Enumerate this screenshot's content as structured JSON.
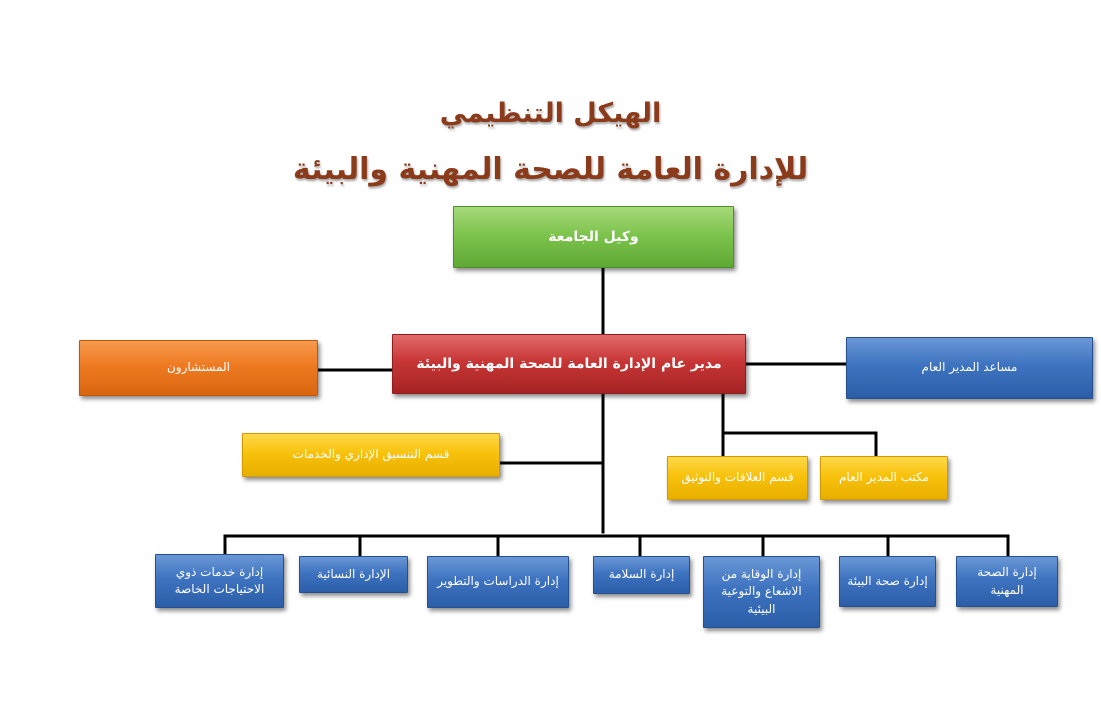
{
  "title": {
    "line1": "الهيكل التنظيمي",
    "line2": "للإدارة العامة للصحة المهنية والبيئة"
  },
  "nodes": {
    "vice_rector": "وكيل الجامعة",
    "general_director": "مدير عام الإدارة العامة للصحة المهنية والبيئة",
    "consultants": "المستشارون",
    "assistant_director": "مساعد المدير العام",
    "coordination_section": "قسم التنسيق الإداري والخدمات",
    "relations_section": "قسم العلاقات والتوثيق",
    "director_office": "مكتب المدير العام",
    "departments": [
      "إدارة خدمات ذوي الاحتياجات الخاصة",
      "الإدارة النسائية",
      "إدارة الدراسات والتطوير",
      "إدارة السلامة",
      "إدارة الوقاية من الاشعاع والتوعية البيئية",
      "إدارة صحة البيئة",
      "إدارة الصحة المهنية"
    ]
  },
  "colors": {
    "title": "#8b3a1a",
    "vice_rector": "#7ec44e",
    "general_director": "#c83636",
    "consultants": "#ee7a22",
    "assistant_director": "#3e73c0",
    "sections": "#f8c20c",
    "departments": "#3e73c0",
    "connector": "#000000"
  }
}
